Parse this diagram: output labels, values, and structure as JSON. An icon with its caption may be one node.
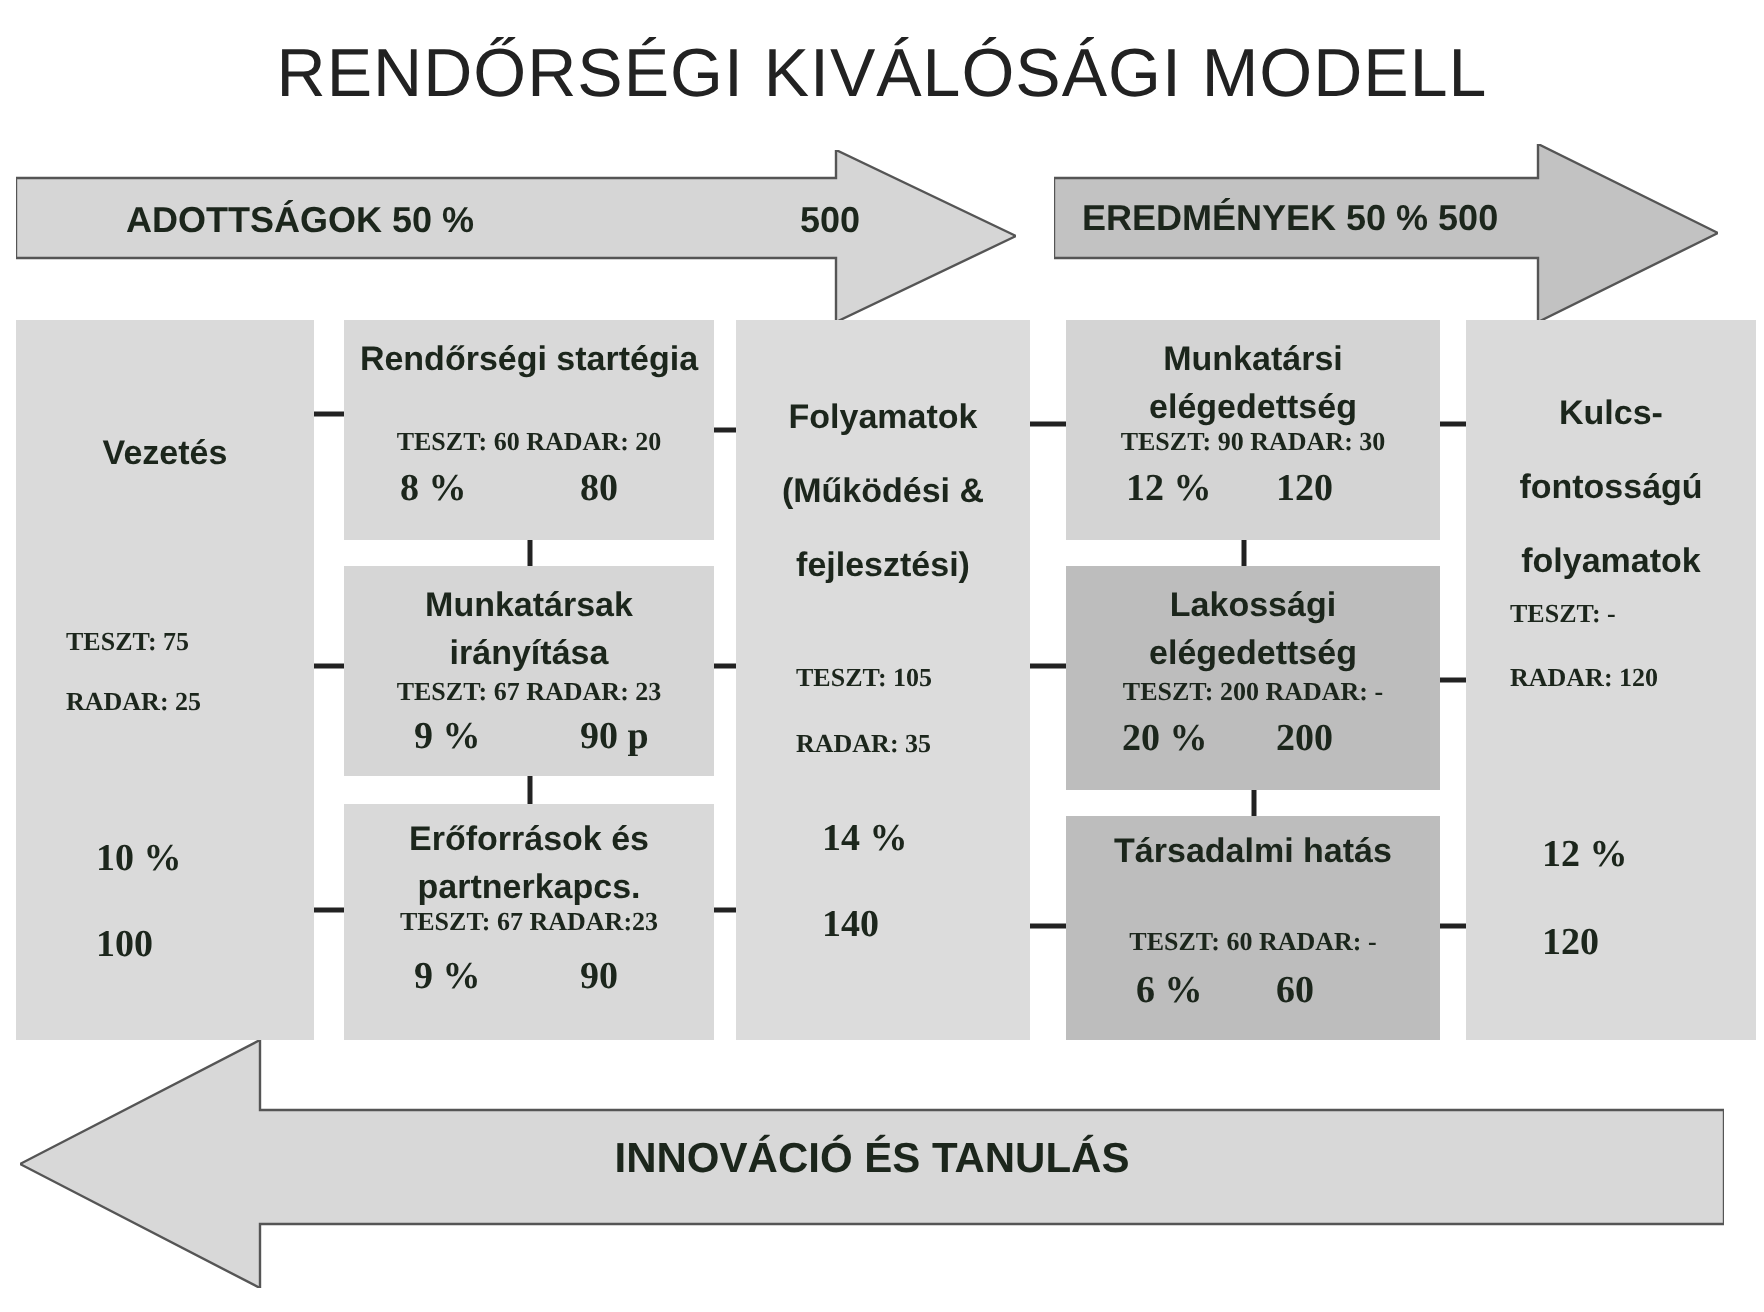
{
  "diagram": {
    "title": "RENDŐRSÉGI KIVÁLÓSÁGI MODELL",
    "nodes": [
      {
        "text": [
          "ADOTTSÁGOK  50 %",
          "500"
        ]
      },
      {
        "text": [
          "EREDMÉNYEK 50 % 500"
        ]
      },
      {
        "text": [
          "Vezetés",
          "TESZT: 75",
          "RADAR: 25",
          "10 %",
          "100"
        ]
      },
      {
        "text": [
          "Rendőrségi startégia",
          "TESZT: 60 RADAR: 20",
          "8 %",
          "80"
        ]
      },
      {
        "text": [
          "Munkatársak irányítása",
          "TESZT: 67 RADAR: 23",
          "9 %",
          "90 p"
        ]
      },
      {
        "text": [
          "Erőforrások és partnerkapcs.",
          "TESZT: 67 RADAR:23",
          "9 %",
          "90"
        ]
      },
      {
        "text": [
          "Folyamatok (Működési & fejlesztési)",
          "TESZT: 105",
          "RADAR: 35",
          "14 %",
          "140"
        ]
      },
      {
        "text": [
          "Munkatársi elégedettség",
          "TESZT: 90 RADAR: 30",
          "12 %",
          "120"
        ]
      },
      {
        "text": [
          "Lakossági elégedettség",
          "TESZT: 200  RADAR: -",
          "20 %",
          "200"
        ]
      },
      {
        "text": [
          "Társadalmi hatás",
          "TESZT: 60  RADAR: -",
          "6 %",
          "60"
        ]
      },
      {
        "text": [
          "Kulcs- fontosságú folyamatok",
          "TESZT: -",
          "RADAR: 120",
          "12 %",
          "120"
        ]
      },
      {
        "text": [
          "INNOVÁCIÓ ÉS TANULÁS"
        ]
      }
    ],
    "edges": [
      {
        "from": 2,
        "to": 3,
        "arrow": "none"
      },
      {
        "from": 2,
        "to": 4,
        "arrow": "none"
      },
      {
        "from": 2,
        "to": 5,
        "arrow": "none"
      },
      {
        "from": 3,
        "to": 4,
        "arrow": "none"
      },
      {
        "from": 4,
        "to": 5,
        "arrow": "none"
      },
      {
        "from": 3,
        "to": 6,
        "arrow": "none"
      },
      {
        "from": 4,
        "to": 6,
        "arrow": "none"
      },
      {
        "from": 5,
        "to": 6,
        "arrow": "none"
      },
      {
        "from": 6,
        "to": 7,
        "arrow": "none"
      },
      {
        "from": 6,
        "to": 8,
        "arrow": "none"
      },
      {
        "from": 6,
        "to": 9,
        "arrow": "none"
      },
      {
        "from": 7,
        "to": 8,
        "arrow": "none"
      },
      {
        "from": 8,
        "to": 9,
        "arrow": "none"
      },
      {
        "from": 7,
        "to": 10,
        "arrow": "none"
      },
      {
        "from": 8,
        "to": 10,
        "arrow": "none"
      },
      {
        "from": 9,
        "to": 10,
        "arrow": "none"
      }
    ]
  }
}
